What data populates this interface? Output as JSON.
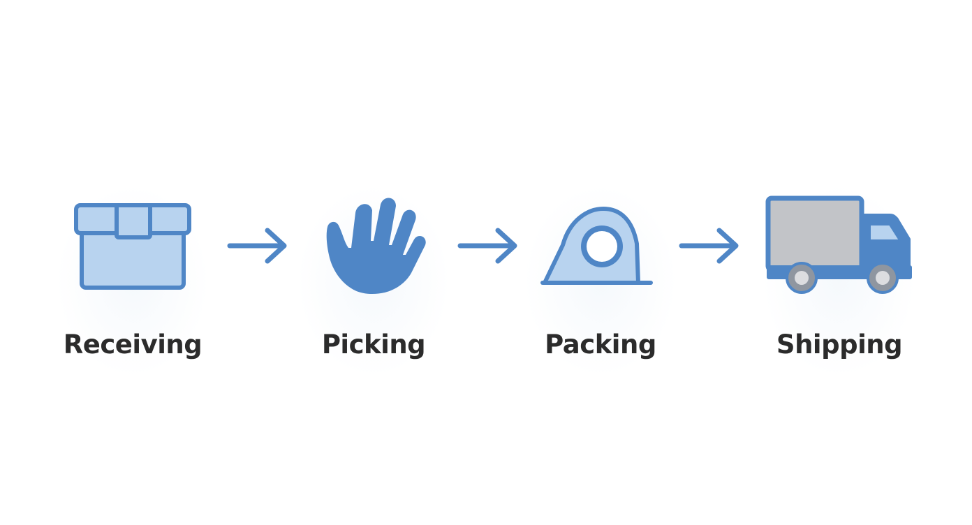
{
  "colors": {
    "accent": "#4f86c6",
    "accent_light": "#b8d3ef",
    "gray_cargo": "#c2c4c8",
    "wheel_gray": "#8f96a0",
    "wheel_hub": "#dcdde0",
    "label_text": "#2b2b2b",
    "background": "#ffffff"
  },
  "steps": [
    {
      "label": "Receiving",
      "icon": "box-icon"
    },
    {
      "label": "Picking",
      "icon": "hand-icon"
    },
    {
      "label": "Packing",
      "icon": "tape-dispenser-icon"
    },
    {
      "label": "Shipping",
      "icon": "truck-icon"
    }
  ],
  "connectors": [
    "right-arrow-icon",
    "right-arrow-icon",
    "right-arrow-icon"
  ]
}
